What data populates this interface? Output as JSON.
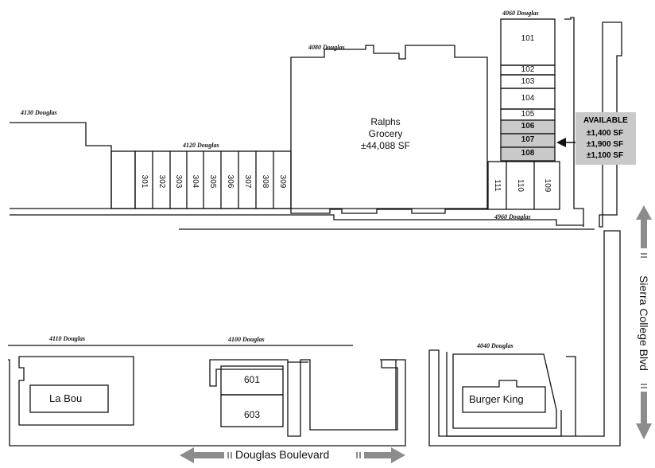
{
  "addresses": {
    "a4060": "4060 Douglas",
    "a4080": "4080 Douglas",
    "a4130": "4130 Douglas",
    "a4120": "4120 Douglas",
    "a4960": "4960 Douglas",
    "a4110": "4110 Douglas",
    "a4100": "4100 Douglas",
    "a4040": "4040 Douglas"
  },
  "anchor": {
    "name": "Ralphs",
    "line2": "Grocery",
    "size": "±44,088 SF"
  },
  "units_right": [
    "101",
    "102",
    "103",
    "104",
    "105",
    "106",
    "107",
    "108"
  ],
  "units_right_low": [
    "111",
    "110",
    "109"
  ],
  "units_left": [
    "301",
    "302",
    "303",
    "304",
    "305",
    "306",
    "307",
    "308",
    "309"
  ],
  "units_pad": [
    "601",
    "603"
  ],
  "tenants": {
    "la_bou": "La Bou",
    "burger_king": "Burger King"
  },
  "available": {
    "title": "AVAILABLE",
    "sizes": [
      "±1,400 SF",
      "±1,900 SF",
      "±1,100 SF"
    ]
  },
  "streets": {
    "sierra": "Sierra College Blvd",
    "douglas": "Douglas Boulevard"
  },
  "colors": {
    "available_highlight": "#c9c9c9",
    "arrow": "#8c8c8c"
  }
}
